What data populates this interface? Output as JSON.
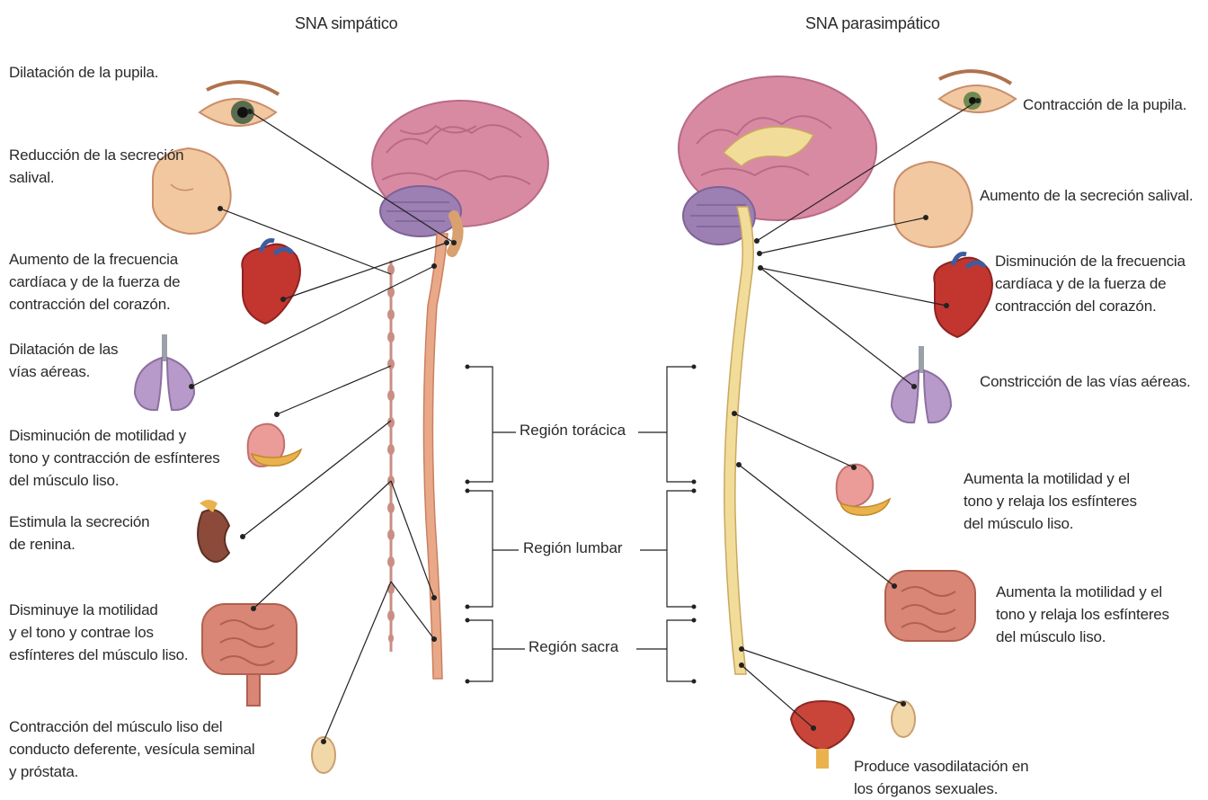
{
  "titles": {
    "sympathetic": "SNA simpático",
    "parasympathetic": "SNA parasimpático"
  },
  "sympathetic_effects": {
    "pupil": [
      "Dilatación de la pupila."
    ],
    "saliva": [
      "Reducción de la secreción",
      "salival."
    ],
    "heart": [
      "Aumento de la frecuencia",
      "cardíaca y de la fuerza de",
      "contracción del corazón."
    ],
    "airways": [
      "Dilatación de las",
      "vías aéreas."
    ],
    "stomach": [
      "Disminución de motilidad y",
      "tono y contracción de esfínteres",
      "del músculo liso."
    ],
    "kidney": [
      "Estimula la secreción",
      "de renina."
    ],
    "intestine": [
      "Disminuye la motilidad",
      "y el tono y contrae los",
      "esfínteres del músculo liso."
    ],
    "sexual": [
      "Contracción del músculo liso del",
      "conducto deferente, vesícula seminal",
      "y próstata."
    ]
  },
  "parasympathetic_effects": {
    "pupil": [
      "Contracción de la pupila."
    ],
    "saliva": [
      "Aumento de la secreción salival."
    ],
    "heart": [
      "Disminución de la frecuencia",
      "cardíaca y de la fuerza de",
      "contracción del corazón."
    ],
    "airways": [
      "Constricción de las vías aéreas."
    ],
    "stomach": [
      "Aumenta la motilidad y el",
      "tono y relaja los esfínteres",
      "del músculo liso."
    ],
    "intestine": [
      "Aumenta la motilidad y el",
      "tono y relaja los esfínteres",
      "del músculo liso."
    ],
    "sexual": [
      "Produce vasodilatación en",
      "los órganos sexuales."
    ]
  },
  "regions": {
    "thoracic": "Región torácica",
    "lumbar": "Región lumbar",
    "sacral": "Región sacra"
  },
  "colors": {
    "brain": "#d98aa3",
    "brain_dark": "#b86a86",
    "cerebellum": "#9c7fb3",
    "spinal_sympathetic": "#e9a988",
    "spinal_parasympathetic": "#f2dc9a",
    "chain": "#c98e84",
    "heart": "#c2362f",
    "lung": "#b79ac9",
    "stomach": "#eb9b98",
    "pancreas": "#e9b24d",
    "kidney": "#8b4a3a",
    "intestine": "#d98676",
    "skin": "#f2c8a0"
  }
}
